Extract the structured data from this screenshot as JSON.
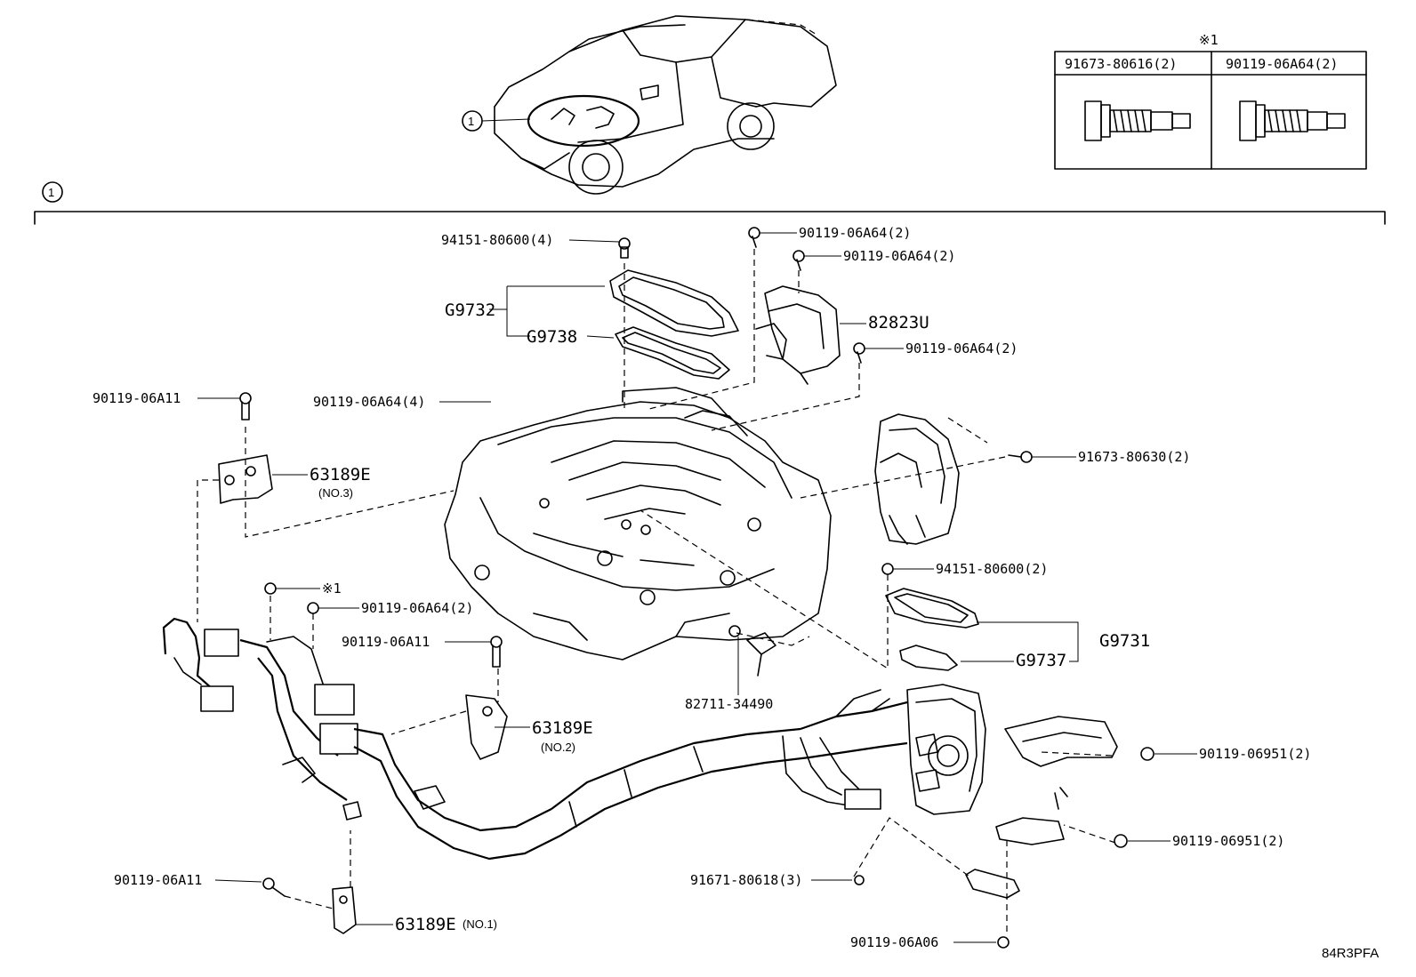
{
  "diagram": {
    "corner_code": "84R3PFA",
    "callout_ref": "1",
    "callout_marker": "※1",
    "fastener_table": {
      "columns": [
        "91673-80616(2)",
        "90119-06A64(2)"
      ]
    },
    "labels": {
      "p94151_80600_4": "94151-80600(4)",
      "p90119_06A64_2_a": "90119-06A64(2)",
      "p90119_06A64_2_b": "90119-06A64(2)",
      "pG9732": "G9732",
      "pG9738": "G9738",
      "p82823U": "82823U",
      "p90119_06A64_2_c": "90119-06A64(2)",
      "p90119_06A11_a": "90119-06A11",
      "p90119_06A64_4": "90119-06A64(4)",
      "p91673_80630_2": "91673-80630(2)",
      "p63189E_no3": "63189E",
      "no3": "(NO.3)",
      "p94151_80600_2": "94151-80600(2)",
      "pG9731": "G9731",
      "pG9737": "G9737",
      "ref_x1": "※1",
      "p90119_06A64_2_d": "90119-06A64(2)",
      "p90119_06A11_b": "90119-06A11",
      "p82711_34490": "82711-34490",
      "p63189E_no2": "63189E",
      "no2": "(NO.2)",
      "p90119_06951_2_a": "90119-06951(2)",
      "p90119_06951_2_b": "90119-06951(2)",
      "p90119_06A11_c": "90119-06A11",
      "p91671_80618_3": "91671-80618(3)",
      "p63189E_no1": "63189E",
      "no1": "(NO.1)",
      "p90119_06A06": "90119-06A06"
    }
  }
}
